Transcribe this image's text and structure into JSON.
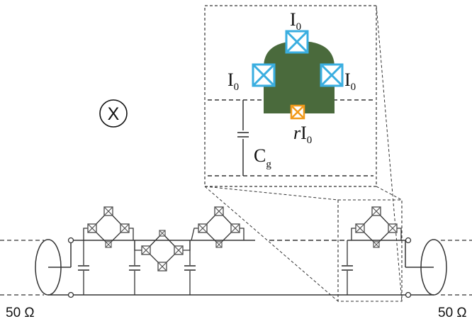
{
  "inset": {
    "junction_top_label": "I",
    "junction_top_sub": "0",
    "junction_left_label": "I",
    "junction_left_sub": "0",
    "junction_right_label": "I",
    "junction_right_sub": "0",
    "small_junction_prefix": "r",
    "small_junction_label": "I",
    "small_junction_sub": "0",
    "capacitor_label": "C",
    "capacitor_sub": "g"
  },
  "flux_symbol": "X",
  "impedance_left": "50 Ω",
  "impedance_right": "50 Ω",
  "colors": {
    "island": "#4a6a3c",
    "junction_large": "#3aaee0",
    "junction_small": "#f29a1a",
    "junction_gray": "#555555",
    "line": "#333333"
  }
}
